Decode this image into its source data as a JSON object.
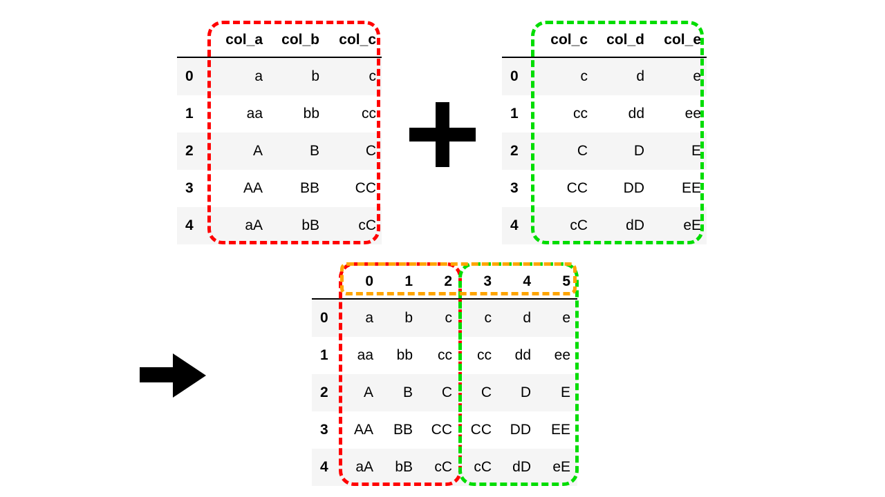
{
  "left_table": {
    "columns": [
      "col_a",
      "col_b",
      "col_c"
    ],
    "index": [
      "0",
      "1",
      "2",
      "3",
      "4"
    ],
    "rows": [
      [
        "a",
        "b",
        "c"
      ],
      [
        "aa",
        "bb",
        "cc"
      ],
      [
        "A",
        "B",
        "C"
      ],
      [
        "AA",
        "BB",
        "CC"
      ],
      [
        "aA",
        "bB",
        "cC"
      ]
    ]
  },
  "right_table": {
    "columns": [
      "col_c",
      "col_d",
      "col_e"
    ],
    "index": [
      "0",
      "1",
      "2",
      "3",
      "4"
    ],
    "rows": [
      [
        "c",
        "d",
        "e"
      ],
      [
        "cc",
        "dd",
        "ee"
      ],
      [
        "C",
        "D",
        "E"
      ],
      [
        "CC",
        "DD",
        "EE"
      ],
      [
        "cC",
        "dD",
        "eE"
      ]
    ]
  },
  "result_table": {
    "columns": [
      "0",
      "1",
      "2",
      "3",
      "4",
      "5"
    ],
    "index": [
      "0",
      "1",
      "2",
      "3",
      "4"
    ],
    "rows": [
      [
        "a",
        "b",
        "c",
        "c",
        "d",
        "e"
      ],
      [
        "aa",
        "bb",
        "cc",
        "cc",
        "dd",
        "ee"
      ],
      [
        "A",
        "B",
        "C",
        "C",
        "D",
        "E"
      ],
      [
        "AA",
        "BB",
        "CC",
        "CC",
        "DD",
        "EE"
      ],
      [
        "aA",
        "bB",
        "cC",
        "cC",
        "dD",
        "eE"
      ]
    ]
  },
  "colors": {
    "left_highlight": "#ff0000",
    "right_highlight": "#00dd00",
    "header_highlight": "#ffa500"
  },
  "icons": {
    "operator": "plus-icon",
    "result": "arrow-right-icon"
  }
}
